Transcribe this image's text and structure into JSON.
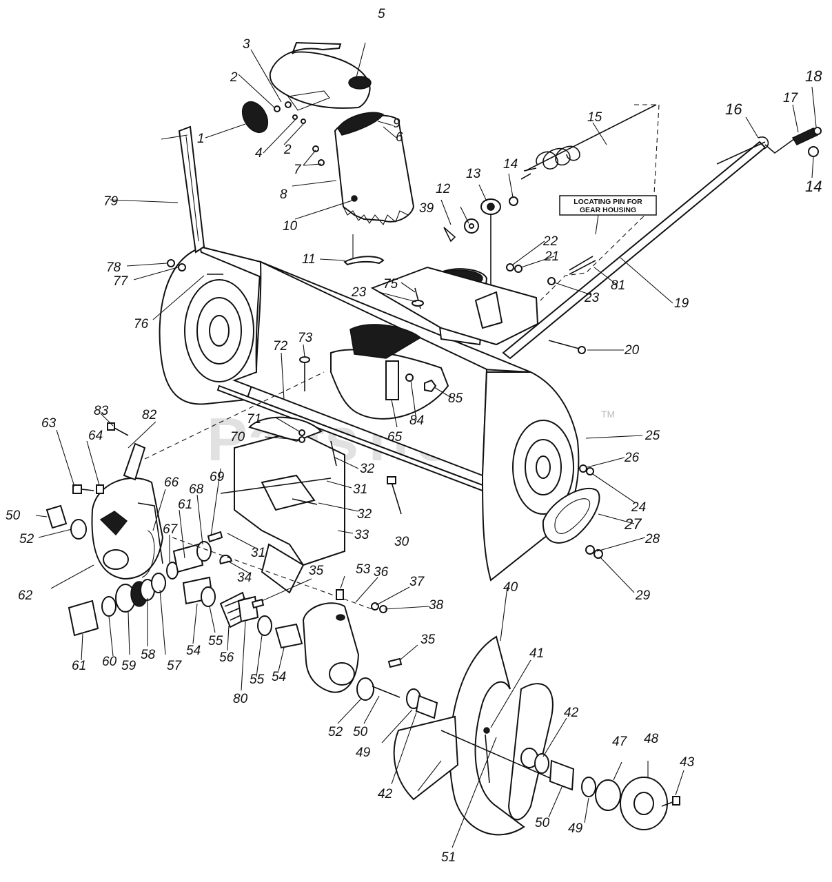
{
  "watermark": {
    "brand": "PartsTree",
    "tm": "TM"
  },
  "callout": {
    "line1": "LOCATING PIN FOR",
    "line2": "GEAR HOUSING"
  },
  "labels": [
    {
      "id": "l1",
      "text": "1"
    },
    {
      "id": "l2a",
      "text": "2"
    },
    {
      "id": "l2b",
      "text": "2"
    },
    {
      "id": "l3",
      "text": "3"
    },
    {
      "id": "l4",
      "text": "4"
    },
    {
      "id": "l5",
      "text": "5"
    },
    {
      "id": "l6",
      "text": "6"
    },
    {
      "id": "l7",
      "text": "7"
    },
    {
      "id": "l8",
      "text": "8"
    },
    {
      "id": "l9",
      "text": "9"
    },
    {
      "id": "l10",
      "text": "10"
    },
    {
      "id": "l11",
      "text": "11"
    },
    {
      "id": "l12",
      "text": "12"
    },
    {
      "id": "l13",
      "text": "13"
    },
    {
      "id": "l14a",
      "text": "14"
    },
    {
      "id": "l14b",
      "text": "14"
    },
    {
      "id": "l15",
      "text": "15"
    },
    {
      "id": "l16",
      "text": "16"
    },
    {
      "id": "l17",
      "text": "17"
    },
    {
      "id": "l18",
      "text": "18"
    },
    {
      "id": "l19",
      "text": "19"
    },
    {
      "id": "l20",
      "text": "20"
    },
    {
      "id": "l21",
      "text": "21"
    },
    {
      "id": "l22",
      "text": "22"
    },
    {
      "id": "l23a",
      "text": "23"
    },
    {
      "id": "l23b",
      "text": "23"
    },
    {
      "id": "l24",
      "text": "24"
    },
    {
      "id": "l25",
      "text": "25"
    },
    {
      "id": "l26",
      "text": "26"
    },
    {
      "id": "l27",
      "text": "27"
    },
    {
      "id": "l28",
      "text": "28"
    },
    {
      "id": "l29",
      "text": "29"
    },
    {
      "id": "l30",
      "text": "30"
    },
    {
      "id": "l31a",
      "text": "31"
    },
    {
      "id": "l31b",
      "text": "31"
    },
    {
      "id": "l32a",
      "text": "32"
    },
    {
      "id": "l32b",
      "text": "32"
    },
    {
      "id": "l33",
      "text": "33"
    },
    {
      "id": "l34",
      "text": "34"
    },
    {
      "id": "l35a",
      "text": "35"
    },
    {
      "id": "l35b",
      "text": "35"
    },
    {
      "id": "l36",
      "text": "36"
    },
    {
      "id": "l37",
      "text": "37"
    },
    {
      "id": "l38",
      "text": "38"
    },
    {
      "id": "l39",
      "text": "39"
    },
    {
      "id": "l40",
      "text": "40"
    },
    {
      "id": "l41",
      "text": "41"
    },
    {
      "id": "l42a",
      "text": "42"
    },
    {
      "id": "l42b",
      "text": "42"
    },
    {
      "id": "l43",
      "text": "43"
    },
    {
      "id": "l47",
      "text": "47"
    },
    {
      "id": "l48",
      "text": "48"
    },
    {
      "id": "l49a",
      "text": "49"
    },
    {
      "id": "l49b",
      "text": "49"
    },
    {
      "id": "l50a",
      "text": "50"
    },
    {
      "id": "l50b",
      "text": "50"
    },
    {
      "id": "l50c",
      "text": "50"
    },
    {
      "id": "l51",
      "text": "51"
    },
    {
      "id": "l52a",
      "text": "52"
    },
    {
      "id": "l52b",
      "text": "52"
    },
    {
      "id": "l53",
      "text": "53"
    },
    {
      "id": "l54a",
      "text": "54"
    },
    {
      "id": "l54b",
      "text": "54"
    },
    {
      "id": "l55a",
      "text": "55"
    },
    {
      "id": "l55b",
      "text": "55"
    },
    {
      "id": "l56",
      "text": "56"
    },
    {
      "id": "l57",
      "text": "57"
    },
    {
      "id": "l58",
      "text": "58"
    },
    {
      "id": "l59",
      "text": "59"
    },
    {
      "id": "l60",
      "text": "60"
    },
    {
      "id": "l61a",
      "text": "61"
    },
    {
      "id": "l61b",
      "text": "61"
    },
    {
      "id": "l62",
      "text": "62"
    },
    {
      "id": "l63",
      "text": "63"
    },
    {
      "id": "l64",
      "text": "64"
    },
    {
      "id": "l65",
      "text": "65"
    },
    {
      "id": "l66",
      "text": "66"
    },
    {
      "id": "l67",
      "text": "67"
    },
    {
      "id": "l68",
      "text": "68"
    },
    {
      "id": "l69",
      "text": "69"
    },
    {
      "id": "l70",
      "text": "70"
    },
    {
      "id": "l71",
      "text": "71"
    },
    {
      "id": "l72",
      "text": "72"
    },
    {
      "id": "l73",
      "text": "73"
    },
    {
      "id": "l75",
      "text": "75"
    },
    {
      "id": "l76",
      "text": "76"
    },
    {
      "id": "l77",
      "text": "77"
    },
    {
      "id": "l78",
      "text": "78"
    },
    {
      "id": "l79",
      "text": "79"
    },
    {
      "id": "l80",
      "text": "80"
    },
    {
      "id": "l81",
      "text": "81"
    },
    {
      "id": "l82",
      "text": "82"
    },
    {
      "id": "l83",
      "text": "83"
    },
    {
      "id": "l84",
      "text": "84"
    },
    {
      "id": "l85",
      "text": "85"
    }
  ]
}
